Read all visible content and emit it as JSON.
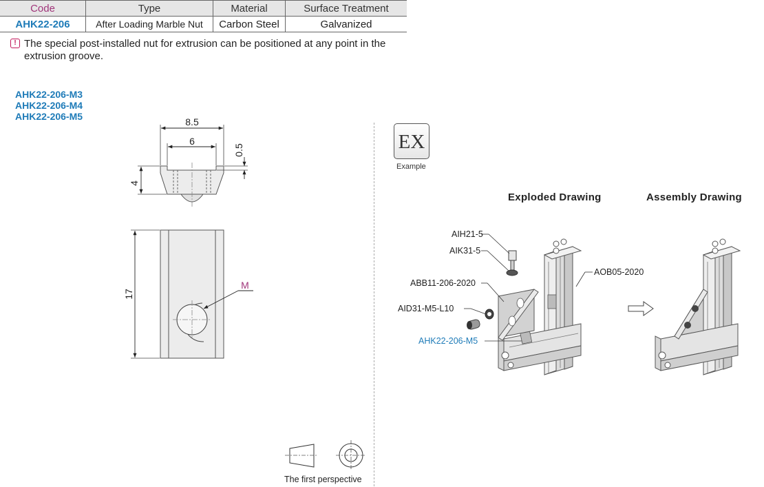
{
  "spec_table": {
    "headers": [
      "Code",
      "Type",
      "Material",
      "Surface Treatment"
    ],
    "row": {
      "code": "AHK22-206",
      "type": "After Loading Marble Nut",
      "material": "Carbon Steel",
      "surface": "Galvanized"
    }
  },
  "note": {
    "icon": "exclamation-icon",
    "text": "The special post-installed nut for extrusion can be positioned at any point in the extrusion groove."
  },
  "part_codes": [
    "AHK22-206-M3",
    "AHK22-206-M4",
    "AHK22-206-M5"
  ],
  "drawing": {
    "dims": {
      "width_outer": "8.5",
      "width_inner": "6",
      "lip": "0.5",
      "height": "4",
      "length": "17",
      "thread": "M"
    }
  },
  "perspective_label": "The first perspective",
  "example": {
    "badge": "EX",
    "label": "Example"
  },
  "headings": {
    "exploded": "Exploded Drawing",
    "assembly": "Assembly Drawing"
  },
  "callouts": {
    "aih": "AIH21-5",
    "aik": "AIK31-5",
    "abb": "ABB11-206-2020",
    "aid": "AID31-M5-L10",
    "ahk": "AHK22-206-M5",
    "aob": "AOB05-2020"
  },
  "colors": {
    "accent_blue": "#1e7bb8",
    "accent_magenta": "#a0357a",
    "header_bg": "#e6e6e6"
  }
}
